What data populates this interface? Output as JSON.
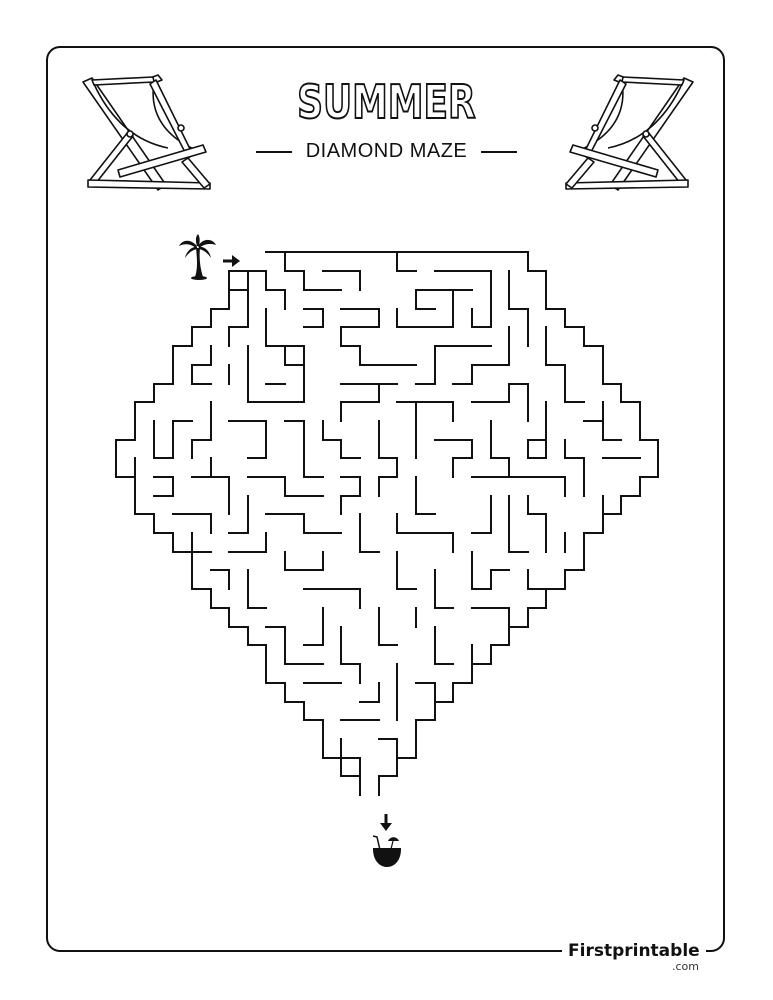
{
  "header": {
    "title": "SUMMER",
    "subtitle": "DIAMOND MAZE"
  },
  "maze": {
    "start_icon": "palm-tree-icon",
    "start_arrow": "arrow-right-icon",
    "end_arrow": "arrow-down-icon",
    "end_icon": "coconut-drink-icon",
    "shape": "diamond"
  },
  "decorations": {
    "left": "beach-chair-icon",
    "right": "beach-chair-icon"
  },
  "footer": {
    "brand": "Firstprintable",
    "domain": ".com"
  }
}
